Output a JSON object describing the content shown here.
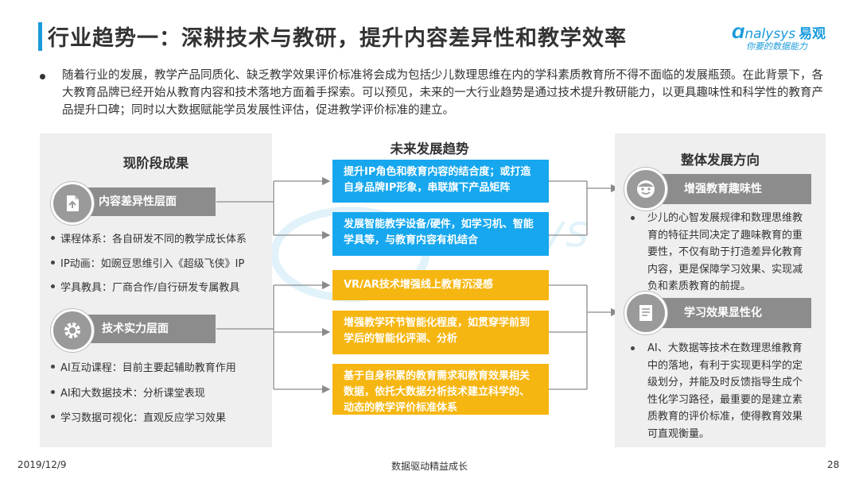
{
  "title": "行业趋势一：深耕技术与教研，提升内容差异性和教学效率",
  "logo": {
    "brand_prefix": "nalysys",
    "brand_cn": "易观",
    "tagline": "你要的数据能力"
  },
  "intro": "随着行业的发展，教学产品同质化、缺乏教学效果评价标准将会成为包括少儿数理思维在内的学科素质教育所不得不面临的发展瓶颈。在此背景下，各大教育品牌已经开始从教育内容和技术落地方面着手探索。可以预见，未来的一大行业趋势是通过技术提升教研能力，以更具趣味性和科学性的教育产品提升口碑；同时以大数据赋能学员发展性评估，促进教学评价标准的建立。",
  "left": {
    "title": "现阶段成果",
    "groups": [
      {
        "label": "内容差异性层面",
        "icon": "document-icon",
        "items": [
          "课程体系：各自研发不同的教学成长体系",
          "IP动画：如豌豆思维引入《超级飞侠》IP",
          "学具教具：厂商合作/自行研发专属教具"
        ]
      },
      {
        "label": "技术实力层面",
        "icon": "gear-icon",
        "items": [
          "AI互动课程：目前主要起辅助教育作用",
          "AI和大数据技术：分析课堂表现",
          "学习数据可视化：直观反应学习效果"
        ]
      }
    ]
  },
  "middle": {
    "title": "未来发展趋势",
    "trends": [
      "提升IP角色和教育内容的结合度；或打造自身品牌IP形象，串联旗下产品矩阵",
      "发展智能教学设备/硬件，如学习机、智能学具等，与教育内容有机结合",
      "VR/AR技术增强线上教育沉浸感",
      "增强教学环节智能化程度，如贯穿学前到学后的智能化评测、分析",
      "基于自身积累的教育需求和教育效果相关数据，依托大数据分析技术建立科学的、动态的教学评价标准体系"
    ]
  },
  "right": {
    "title": "整体发展方向",
    "groups": [
      {
        "label": "增强教育趣味性",
        "icon": "smiley-face-icon",
        "desc": "少儿的心智发展规律和数理思维教育的特征共同决定了趣味教育的重要性，不仅有助于打造差异化教育内容，更是保障学习效果、实现减负和素质教育的前提。"
      },
      {
        "label": "学习效果显性化",
        "icon": "report-icon",
        "desc": "AI、大数据等技术在数理思维教育中的落地，有利于实现更科学的定级划分，并能及时反馈指导生成个性化学习路径，最重要的是建立素质教育的评价标准，使得教育效果可直观衡量。"
      }
    ]
  },
  "footer": {
    "date": "2019/12/9",
    "center": "数据驱动精益成长",
    "page": "28"
  },
  "colors": {
    "accent_blue": "#16a7ee",
    "accent_yellow": "#f6b611",
    "panel_gray": "#efefef",
    "label_gray": "#8c8c8c"
  }
}
